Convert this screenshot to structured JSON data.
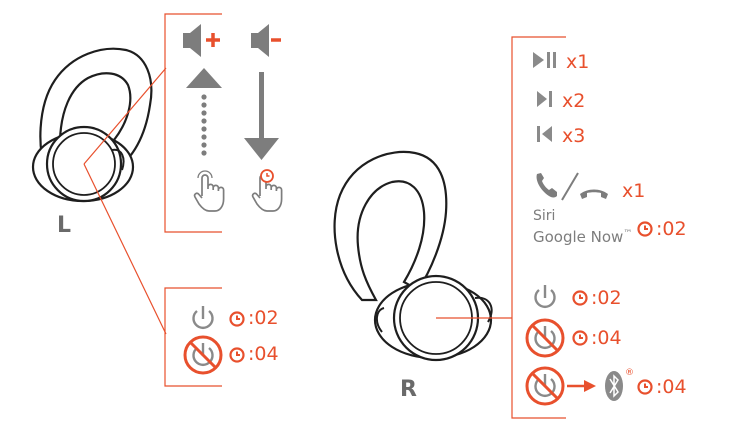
{
  "colors": {
    "accent": "#e8502d",
    "icon_grey": "#8a8a8a",
    "outline": "#1e1e1e"
  },
  "left": {
    "label": "L",
    "volume_up_icon": "speaker-plus-icon",
    "volume_down_icon": "speaker-minus-icon",
    "gestures": [
      "swipe-up",
      "swipe-down"
    ],
    "power": [
      {
        "icon": "power-icon",
        "duration": ":02"
      },
      {
        "icon": "power-off-icon",
        "duration": ":04"
      }
    ]
  },
  "right": {
    "label": "R",
    "controls": [
      {
        "icon": "play-pause-icon",
        "count": "x1"
      },
      {
        "icon": "next-track-icon",
        "count": "x2"
      },
      {
        "icon": "previous-track-icon",
        "count": "x3"
      },
      {
        "icon": "answer-end-call-icon",
        "count": "x1"
      }
    ],
    "assistant": {
      "line1": "Siri",
      "line2": "Google Now",
      "tm": "™",
      "duration": ":02"
    },
    "power": [
      {
        "icon": "power-icon",
        "duration": ":02"
      },
      {
        "icon": "power-off-icon",
        "duration": ":04"
      }
    ],
    "pairing": {
      "icon": "bluetooth-icon",
      "registered": "®",
      "duration": ":04"
    }
  }
}
